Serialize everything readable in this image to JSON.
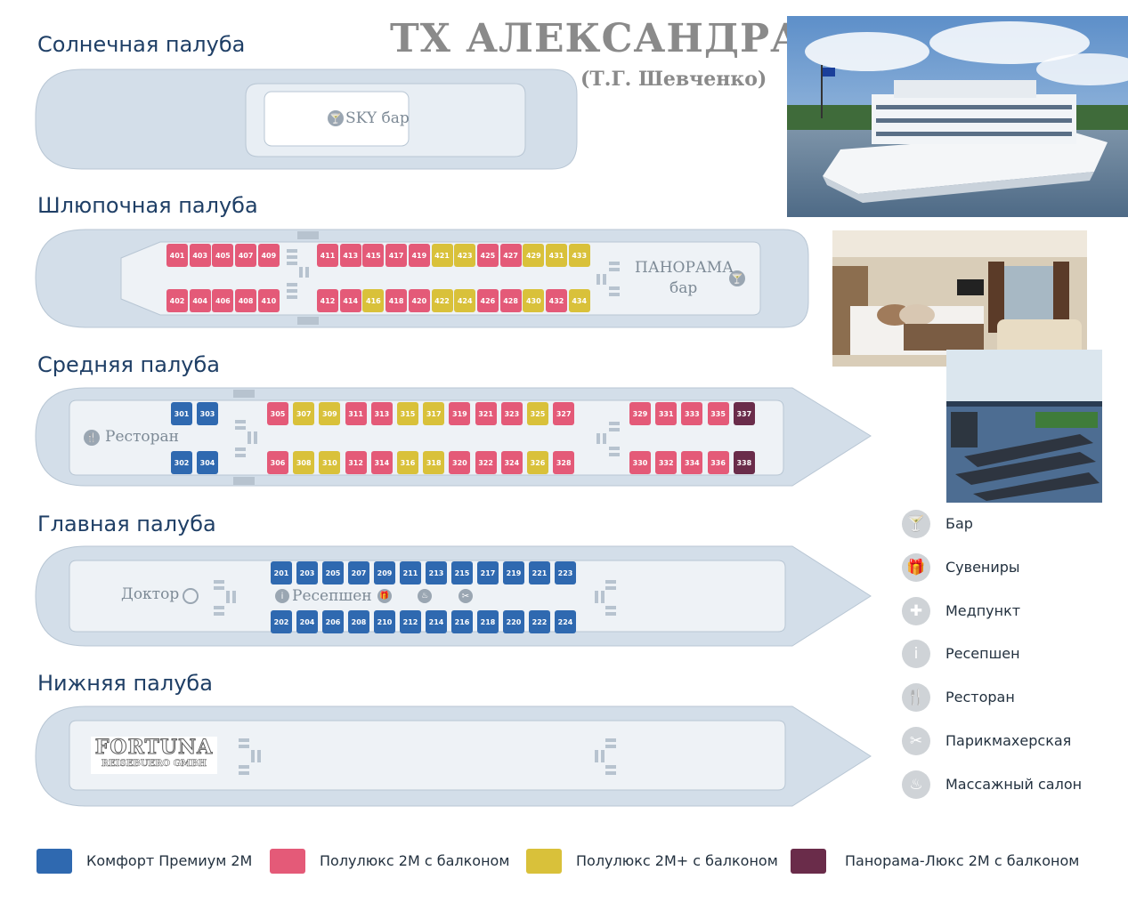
{
  "header": {
    "title": "ТХ АЛЕКСАНДРА",
    "subtitle": "(Т.Г. Шевченко)"
  },
  "decks": {
    "sun": {
      "title": "Солнечная палуба",
      "sky_bar": "SKY бар"
    },
    "boat": {
      "title": "Шлюпочная палуба",
      "panorama_line1": "ПАНОРАМА",
      "panorama_line2": "бар",
      "top_row": [
        {
          "n": "401",
          "c": "pink"
        },
        {
          "n": "403",
          "c": "pink"
        },
        {
          "n": "405",
          "c": "pink"
        },
        {
          "n": "407",
          "c": "pink"
        },
        {
          "n": "409",
          "c": "pink"
        },
        {
          "n": "411",
          "c": "pink"
        },
        {
          "n": "413",
          "c": "pink"
        },
        {
          "n": "415",
          "c": "pink"
        },
        {
          "n": "417",
          "c": "pink"
        },
        {
          "n": "419",
          "c": "pink"
        },
        {
          "n": "421",
          "c": "yellow"
        },
        {
          "n": "423",
          "c": "yellow"
        },
        {
          "n": "425",
          "c": "pink"
        },
        {
          "n": "427",
          "c": "pink"
        },
        {
          "n": "429",
          "c": "yellow"
        },
        {
          "n": "431",
          "c": "yellow"
        },
        {
          "n": "433",
          "c": "yellow"
        }
      ],
      "bottom_row": [
        {
          "n": "402",
          "c": "pink"
        },
        {
          "n": "404",
          "c": "pink"
        },
        {
          "n": "406",
          "c": "pink"
        },
        {
          "n": "408",
          "c": "pink"
        },
        {
          "n": "410",
          "c": "pink"
        },
        {
          "n": "412",
          "c": "pink"
        },
        {
          "n": "414",
          "c": "pink"
        },
        {
          "n": "416",
          "c": "yellow"
        },
        {
          "n": "418",
          "c": "pink"
        },
        {
          "n": "420",
          "c": "pink"
        },
        {
          "n": "422",
          "c": "yellow"
        },
        {
          "n": "424",
          "c": "yellow"
        },
        {
          "n": "426",
          "c": "pink"
        },
        {
          "n": "428",
          "c": "pink"
        },
        {
          "n": "430",
          "c": "yellow"
        },
        {
          "n": "432",
          "c": "pink"
        },
        {
          "n": "434",
          "c": "yellow"
        }
      ]
    },
    "middle": {
      "title": "Средняя палуба",
      "restaurant": "Ресторан",
      "top_row": [
        {
          "n": "301",
          "c": "blue"
        },
        {
          "n": "303",
          "c": "blue"
        },
        {
          "n": "305",
          "c": "pink"
        },
        {
          "n": "307",
          "c": "yellow"
        },
        {
          "n": "309",
          "c": "yellow"
        },
        {
          "n": "311",
          "c": "pink"
        },
        {
          "n": "313",
          "c": "pink"
        },
        {
          "n": "315",
          "c": "yellow"
        },
        {
          "n": "317",
          "c": "yellow"
        },
        {
          "n": "319",
          "c": "pink"
        },
        {
          "n": "321",
          "c": "pink"
        },
        {
          "n": "323",
          "c": "pink"
        },
        {
          "n": "325",
          "c": "yellow"
        },
        {
          "n": "327",
          "c": "pink"
        },
        {
          "n": "329",
          "c": "pink"
        },
        {
          "n": "331",
          "c": "pink"
        },
        {
          "n": "333",
          "c": "pink"
        },
        {
          "n": "335",
          "c": "pink"
        },
        {
          "n": "337",
          "c": "purple"
        }
      ],
      "bottom_row": [
        {
          "n": "302",
          "c": "blue"
        },
        {
          "n": "304",
          "c": "blue"
        },
        {
          "n": "306",
          "c": "pink"
        },
        {
          "n": "308",
          "c": "yellow"
        },
        {
          "n": "310",
          "c": "yellow"
        },
        {
          "n": "312",
          "c": "pink"
        },
        {
          "n": "314",
          "c": "pink"
        },
        {
          "n": "316",
          "c": "yellow"
        },
        {
          "n": "318",
          "c": "yellow"
        },
        {
          "n": "320",
          "c": "pink"
        },
        {
          "n": "322",
          "c": "pink"
        },
        {
          "n": "324",
          "c": "pink"
        },
        {
          "n": "326",
          "c": "yellow"
        },
        {
          "n": "328",
          "c": "pink"
        },
        {
          "n": "330",
          "c": "pink"
        },
        {
          "n": "332",
          "c": "pink"
        },
        {
          "n": "334",
          "c": "pink"
        },
        {
          "n": "336",
          "c": "pink"
        },
        {
          "n": "338",
          "c": "purple"
        }
      ]
    },
    "main": {
      "title": "Главная палуба",
      "doctor": "Доктор",
      "reception": "Ресепшен",
      "top_row": [
        "201",
        "203",
        "205",
        "207",
        "209",
        "211",
        "213",
        "215",
        "217",
        "219",
        "221",
        "223"
      ],
      "bottom_row": [
        "202",
        "204",
        "206",
        "208",
        "210",
        "212",
        "214",
        "216",
        "218",
        "220",
        "222",
        "224"
      ]
    },
    "lower": {
      "title": "Нижняя палуба",
      "logo_line1": "FORTUNA",
      "logo_line2": "REISEBUERO GMBH"
    }
  },
  "amenities": [
    {
      "icon": "bar-icon",
      "glyph": "🍸",
      "label": "Бар"
    },
    {
      "icon": "gift-icon",
      "glyph": "🎁",
      "label": "Сувениры"
    },
    {
      "icon": "medical-icon",
      "glyph": "✚",
      "label": "Медпункт"
    },
    {
      "icon": "info-icon",
      "glyph": "i",
      "label": "Ресепшен"
    },
    {
      "icon": "restaurant-icon",
      "glyph": "🍴",
      "label": "Ресторан"
    },
    {
      "icon": "scissors-icon",
      "glyph": "✂",
      "label": "Парикмахерская"
    },
    {
      "icon": "massage-icon",
      "glyph": "♨",
      "label": "Массажный салон"
    }
  ],
  "legend": [
    {
      "color": "#2f69b0",
      "label": "Комфорт Премиум 2М"
    },
    {
      "color": "#e45a78",
      "label": "Полулюкс 2М с балконом"
    },
    {
      "color": "#d9c13a",
      "label": "Полулюкс 2М+ с балконом"
    },
    {
      "color": "#6a2c4a",
      "label": "Панорама-Люкс 2М с балконом"
    }
  ],
  "colors": {
    "blue": "#2f69b0",
    "pink": "#e45a78",
    "yellow": "#d9c13a",
    "purple": "#6a2c4a",
    "hull": "#d2dde8",
    "deck": "#eef2f6",
    "title": "#1f3f66"
  }
}
